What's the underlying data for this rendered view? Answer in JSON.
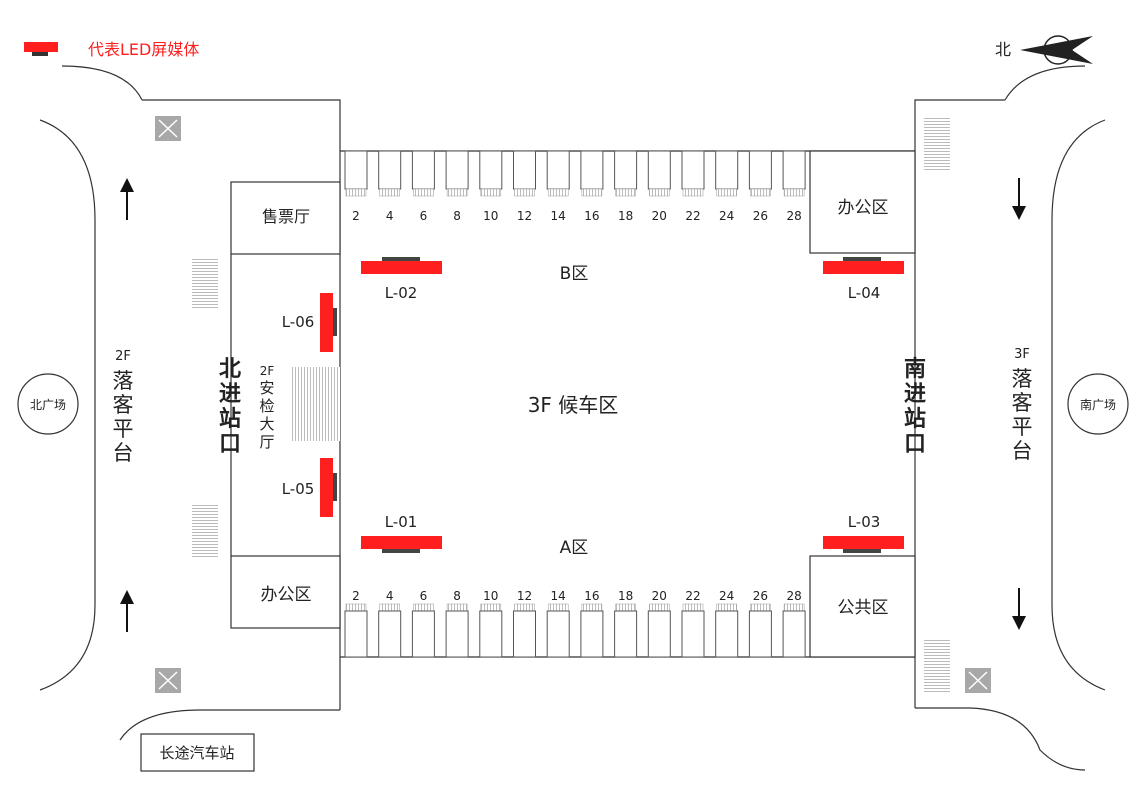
{
  "legend": {
    "label": "代表LED屏媒体",
    "color": "#ff1f1f"
  },
  "compass": {
    "label": "北",
    "icon": "north-arrow-icon"
  },
  "rooms": {
    "ticket_hall": "售票厅",
    "office_nw": "办公区",
    "office_ne": "办公区",
    "public_se": "公共区",
    "security_hall": [
      "2F",
      "安",
      "检",
      "大",
      "厅"
    ]
  },
  "entrances": {
    "north": [
      "北",
      "进",
      "站",
      "口"
    ],
    "south": [
      "南",
      "进",
      "站",
      "口"
    ]
  },
  "platforms": {
    "west": {
      "floor": "2F",
      "chars": [
        "落",
        "客",
        "平",
        "台"
      ]
    },
    "east": {
      "floor": "3F",
      "chars": [
        "落",
        "客",
        "平",
        "台"
      ]
    }
  },
  "squares": {
    "north": "北广场",
    "south": "南广场"
  },
  "zones": {
    "main": "3F 候车区",
    "b": "B区",
    "a": "A区"
  },
  "gates": {
    "top": [
      "2",
      "4",
      "6",
      "8",
      "10",
      "12",
      "14",
      "16",
      "18",
      "20",
      "22",
      "24",
      "26",
      "28"
    ],
    "bottom": [
      "2",
      "4",
      "6",
      "8",
      "10",
      "12",
      "14",
      "16",
      "18",
      "20",
      "22",
      "24",
      "26",
      "28"
    ]
  },
  "screens": {
    "l01": "L-01",
    "l02": "L-02",
    "l03": "L-03",
    "l04": "L-04",
    "l05": "L-05",
    "l06": "L-06"
  },
  "bus_station": "长途汽车站"
}
